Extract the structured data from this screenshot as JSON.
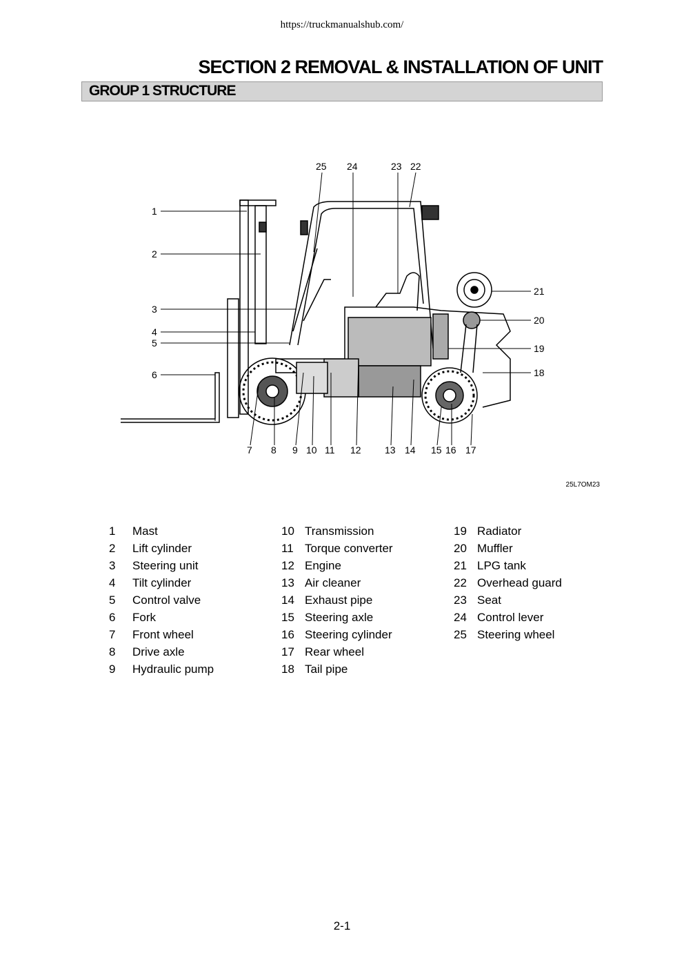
{
  "header": {
    "url": "https://truckmanualshub.com/"
  },
  "section_title": "SECTION  2  REMOVAL & INSTALLATION OF UNIT",
  "group_title": "GROUP  1  STRUCTURE",
  "figure": {
    "code": "25L7OM23",
    "callouts": [
      "1",
      "2",
      "3",
      "4",
      "5",
      "6",
      "7",
      "8",
      "9",
      "10",
      "11",
      "12",
      "13",
      "14",
      "15",
      "16",
      "17",
      "18",
      "19",
      "20",
      "21",
      "22",
      "23",
      "24",
      "25"
    ]
  },
  "legend": {
    "col1": [
      {
        "num": "1",
        "label": "Mast"
      },
      {
        "num": "2",
        "label": "Lift cylinder"
      },
      {
        "num": "3",
        "label": "Steering unit"
      },
      {
        "num": "4",
        "label": "Tilt cylinder"
      },
      {
        "num": "5",
        "label": "Control valve"
      },
      {
        "num": "6",
        "label": "Fork"
      },
      {
        "num": "7",
        "label": "Front wheel"
      },
      {
        "num": "8",
        "label": "Drive axle"
      },
      {
        "num": "9",
        "label": "Hydraulic pump"
      }
    ],
    "col2": [
      {
        "num": "10",
        "label": "Transmission"
      },
      {
        "num": "11",
        "label": "Torque converter"
      },
      {
        "num": "12",
        "label": "Engine"
      },
      {
        "num": "13",
        "label": "Air cleaner"
      },
      {
        "num": "14",
        "label": "Exhaust pipe"
      },
      {
        "num": "15",
        "label": "Steering axle"
      },
      {
        "num": "16",
        "label": "Steering cylinder"
      },
      {
        "num": "17",
        "label": "Rear wheel"
      },
      {
        "num": "18",
        "label": "Tail pipe"
      }
    ],
    "col3": [
      {
        "num": "19",
        "label": "Radiator"
      },
      {
        "num": "20",
        "label": "Muffler"
      },
      {
        "num": "21",
        "label": "LPG tank"
      },
      {
        "num": "22",
        "label": "Overhead guard"
      },
      {
        "num": "23",
        "label": "Seat"
      },
      {
        "num": "24",
        "label": "Control lever"
      },
      {
        "num": "25",
        "label": "Steering wheel"
      }
    ]
  },
  "page_number": "2-1"
}
